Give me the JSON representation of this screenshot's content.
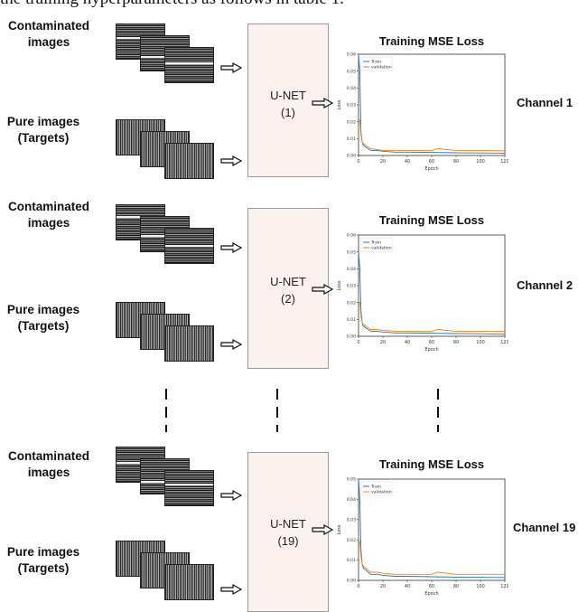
{
  "header_fragment": "the training hyperparameters as follows in table 1.",
  "rows": [
    {
      "contaminated_label": [
        "Contaminated",
        "images"
      ],
      "pure_label": [
        "Pure images",
        "(Targets)"
      ],
      "unet_label": [
        "U-NET",
        "(1)"
      ],
      "chart_title": "Training MSE Loss",
      "channel_label": "Channel 1"
    },
    {
      "contaminated_label": [
        "Contaminated",
        "images"
      ],
      "pure_label": [
        "Pure images",
        "(Targets)"
      ],
      "unet_label": [
        "U-NET",
        "(2)"
      ],
      "chart_title": "Training MSE Loss",
      "channel_label": "Channel 2"
    },
    {
      "contaminated_label": [
        "Contaminated",
        "images"
      ],
      "pure_label": [
        "Pure images",
        "(Targets)"
      ],
      "unet_label": [
        "U-NET",
        "(19)"
      ],
      "chart_title": "Training MSE Loss",
      "channel_label": "Channel 19"
    }
  ],
  "colors": {
    "train": "#1f77b4",
    "validation": "#ff7f0e",
    "unet_fill": "#fbf1ee"
  },
  "chart_data": [
    {
      "type": "line",
      "title": "Training MSE Loss",
      "xlabel": "Epoch",
      "ylabel": "Loss",
      "xlim": [
        0,
        120
      ],
      "ylim": [
        0,
        0.06
      ],
      "xticks": [
        0,
        20,
        40,
        60,
        80,
        100,
        120
      ],
      "yticks": [
        0.0,
        0.01,
        0.02,
        0.03,
        0.04,
        0.05,
        0.06
      ],
      "legend": "top-left",
      "series": [
        {
          "name": "Train",
          "x": [
            0,
            1,
            2,
            3,
            4,
            6,
            8,
            10,
            15,
            20,
            30,
            40,
            60,
            80,
            100,
            120
          ],
          "values": [
            0.06,
            0.05,
            0.014,
            0.008,
            0.006,
            0.005,
            0.004,
            0.003,
            0.003,
            0.0025,
            0.002,
            0.002,
            0.0018,
            0.0016,
            0.0015,
            0.0014
          ]
        },
        {
          "name": "validation",
          "x": [
            0,
            1,
            2,
            3,
            4,
            6,
            8,
            10,
            15,
            20,
            30,
            40,
            60,
            65,
            80,
            100,
            120
          ],
          "values": [
            0.022,
            0.021,
            0.012,
            0.008,
            0.007,
            0.006,
            0.005,
            0.004,
            0.0035,
            0.003,
            0.003,
            0.003,
            0.003,
            0.004,
            0.003,
            0.003,
            0.0028
          ]
        }
      ]
    },
    {
      "type": "line",
      "title": "Training MSE Loss",
      "xlabel": "Epoch",
      "ylabel": "Loss",
      "xlim": [
        0,
        120
      ],
      "ylim": [
        0,
        0.06
      ],
      "xticks": [
        0,
        20,
        40,
        60,
        80,
        100,
        120
      ],
      "yticks": [
        0.0,
        0.01,
        0.02,
        0.03,
        0.04,
        0.05,
        0.06
      ],
      "legend": "top-left",
      "series": [
        {
          "name": "Train",
          "x": [
            0,
            1,
            2,
            3,
            4,
            6,
            8,
            10,
            15,
            20,
            30,
            40,
            60,
            80,
            100,
            120
          ],
          "values": [
            0.05,
            0.04,
            0.015,
            0.008,
            0.006,
            0.005,
            0.004,
            0.003,
            0.003,
            0.0025,
            0.002,
            0.002,
            0.0018,
            0.0016,
            0.0015,
            0.0012
          ]
        },
        {
          "name": "validation",
          "x": [
            0,
            1,
            2,
            3,
            4,
            6,
            8,
            10,
            15,
            20,
            30,
            40,
            60,
            65,
            80,
            100,
            120
          ],
          "values": [
            0.021,
            0.02,
            0.012,
            0.008,
            0.007,
            0.006,
            0.005,
            0.004,
            0.004,
            0.0035,
            0.003,
            0.003,
            0.003,
            0.004,
            0.003,
            0.003,
            0.003
          ]
        }
      ]
    },
    {
      "type": "line",
      "title": "Training MSE Loss",
      "xlabel": "Epoch",
      "ylabel": "Loss",
      "xlim": [
        0,
        120
      ],
      "ylim": [
        0,
        0.05
      ],
      "xticks": [
        0,
        20,
        40,
        60,
        80,
        100,
        120
      ],
      "yticks": [
        0.0,
        0.01,
        0.02,
        0.03,
        0.04,
        0.05
      ],
      "legend": "top-left",
      "series": [
        {
          "name": "Train",
          "x": [
            0,
            1,
            2,
            3,
            4,
            6,
            8,
            10,
            15,
            20,
            30,
            40,
            60,
            80,
            100,
            120
          ],
          "values": [
            0.05,
            0.04,
            0.015,
            0.008,
            0.006,
            0.005,
            0.004,
            0.003,
            0.003,
            0.0025,
            0.002,
            0.002,
            0.0018,
            0.0016,
            0.0015,
            0.0014
          ]
        },
        {
          "name": "validation",
          "x": [
            0,
            1,
            2,
            3,
            4,
            6,
            8,
            10,
            15,
            20,
            30,
            40,
            60,
            65,
            80,
            100,
            120
          ],
          "values": [
            0.02,
            0.019,
            0.012,
            0.008,
            0.007,
            0.006,
            0.005,
            0.004,
            0.004,
            0.0035,
            0.003,
            0.003,
            0.003,
            0.004,
            0.003,
            0.003,
            0.003
          ]
        }
      ]
    }
  ]
}
